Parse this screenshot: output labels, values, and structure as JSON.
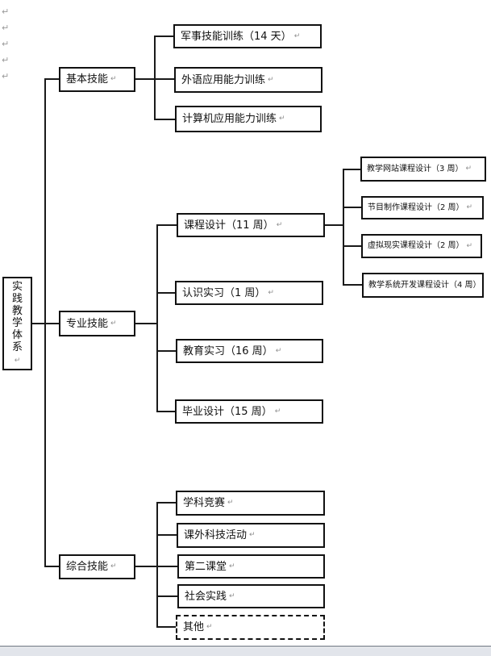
{
  "colors": {
    "background": "#ffffff",
    "line": "#1a1a1a",
    "box_border": "#111111",
    "return_mark": "#8f8f8f",
    "bottom_bar_line": "#a6abb3",
    "bottom_bar_fill": "#e2e5eb"
  },
  "margin_marks": [
    "↵",
    "↵",
    "↵",
    "↵",
    "↵"
  ],
  "tree": {
    "root": {
      "label": "实践教学体系",
      "mark": "↵"
    },
    "branches": [
      {
        "label": "基本技能",
        "mark": "↵",
        "children": [
          {
            "label": "军事技能训练（14 天）",
            "mark": "↵"
          },
          {
            "label": "外语应用能力训练",
            "mark": "↵"
          },
          {
            "label": "计算机应用能力训练",
            "mark": "↵"
          }
        ]
      },
      {
        "label": "专业技能",
        "mark": "↵",
        "children": [
          {
            "label": "课程设计（11 周）",
            "mark": "↵",
            "children": [
              {
                "label": "教学网站课程设计（3 周）",
                "mark": "↵"
              },
              {
                "label": "节目制作课程设计（2 周）",
                "mark": "↵"
              },
              {
                "label": "虚拟现实课程设计（2 周）",
                "mark": "↵"
              },
              {
                "label": "教学系统开发课程设计（4 周）",
                "mark": "↵"
              }
            ]
          },
          {
            "label": "认识实习（1 周）",
            "mark": "↵"
          },
          {
            "label": "教育实习（16 周）",
            "mark": "↵"
          },
          {
            "label": "毕业设计（15 周）",
            "mark": "↵"
          }
        ]
      },
      {
        "label": "综合技能",
        "mark": "↵",
        "children": [
          {
            "label": "学科竞赛",
            "mark": "↵"
          },
          {
            "label": "课外科技活动",
            "mark": "↵"
          },
          {
            "label": "第二课堂",
            "mark": "↵"
          },
          {
            "label": "社会实践",
            "mark": "↵"
          },
          {
            "label": "其他",
            "mark": "↵"
          }
        ]
      }
    ]
  }
}
